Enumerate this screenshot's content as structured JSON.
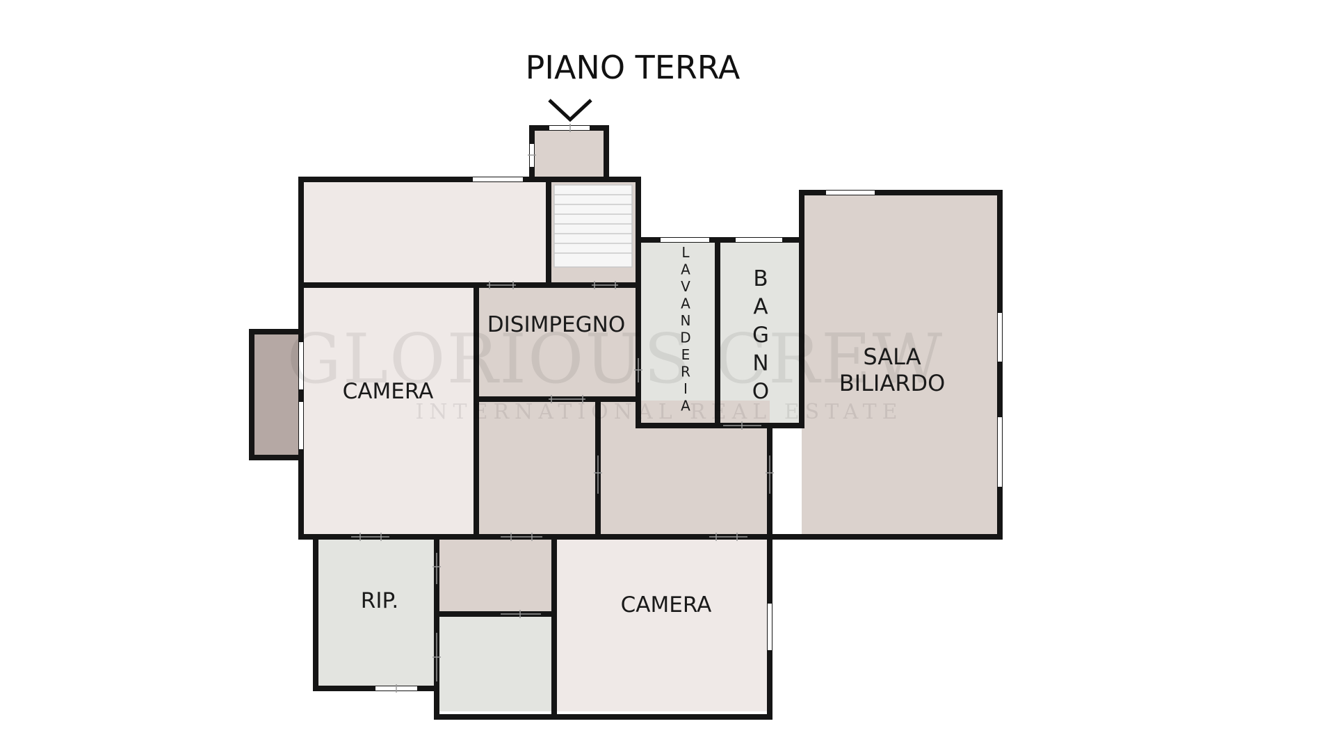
{
  "floor_title": "PIANO TERRA",
  "watermark": {
    "brand": "GLORIOUS CREW",
    "tagline": "INTERNATIONAL REAL ESTATE"
  },
  "rooms": {
    "camera_left": "CAMERA",
    "disimpegno": "DISIMPEGNO",
    "lavanderia": "LAVANDERIA",
    "bagno": "BAGNO",
    "sala_line1": "SALA",
    "sala_line2": "BILIARDO",
    "ripostiglio": "RIP.",
    "camera_bottom": "CAMERA"
  },
  "colors": {
    "wall": "#151515",
    "room_light": "#efe9e7",
    "room_beige": "#dbd2cd",
    "room_grey": "#e3e4e0",
    "balcony": "#b5a8a4",
    "stairs": "#f6f6f6"
  },
  "icons": {
    "entrance": "entrance-arrow-icon"
  }
}
